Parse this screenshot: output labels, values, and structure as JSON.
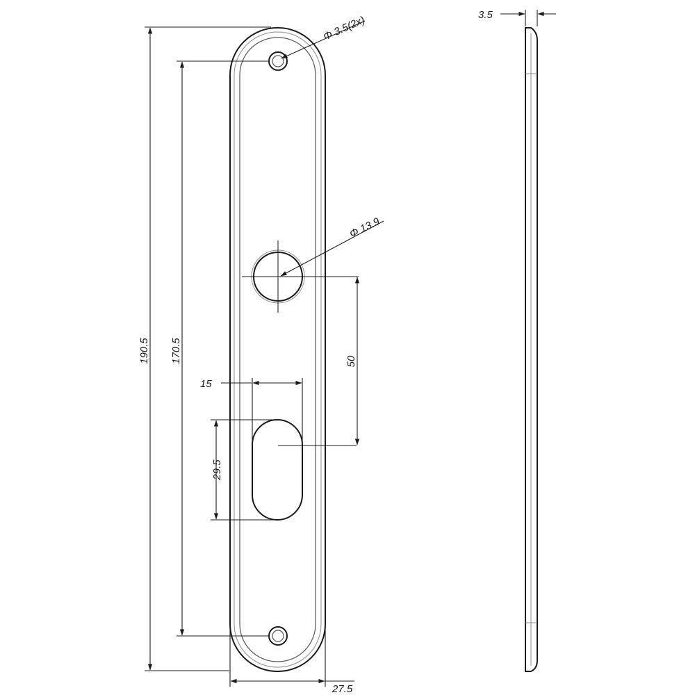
{
  "dimensions": {
    "hole_small": "Φ 3.5(2x)",
    "hole_large": "Φ 13.9",
    "overall_height": "190.5",
    "hole_spacing": "170.5",
    "center_distance": "50",
    "slot_width": "15",
    "slot_height": "29.5",
    "plate_width": "27.5",
    "thickness": "3.5"
  }
}
